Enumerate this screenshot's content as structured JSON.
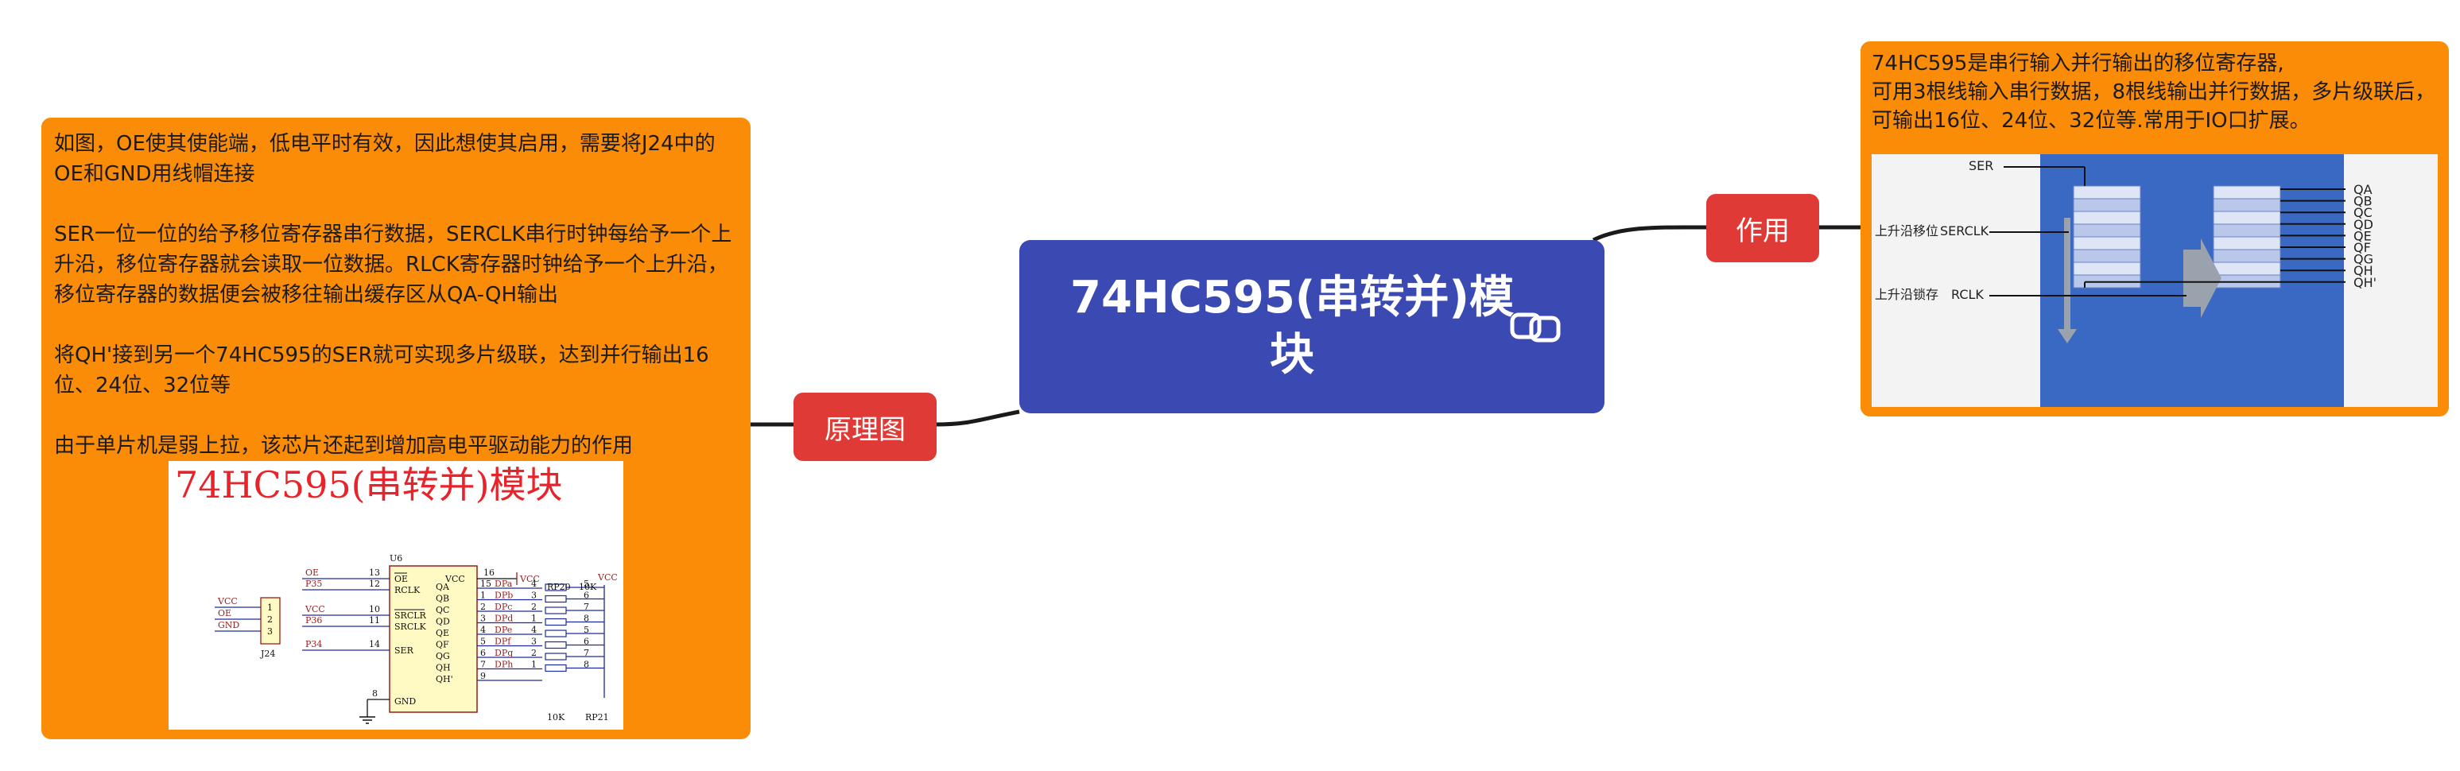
{
  "central": {
    "title": "74HC595(串转并)模块",
    "icon": "link-icon"
  },
  "branches": {
    "left_label": "原理图",
    "right_label": "作用"
  },
  "left_card": {
    "p1": "如图，OE使其使能端，低电平时有效，因此想使其启用，需要将J24中的OE和GND用线帽连接",
    "p2": "SER一位一位的给予移位寄存器串行数据，SERCLK串行时钟每给予一个上升沿，移位寄存器就会读取一位数据。RLCK寄存器时钟给予一个上升沿，移位寄存器的数据便会被移往输出缓存区从QA-QH输出",
    "p3": "将QH'接到另一个74HC595的SER就可实现多片级联，达到并行输出16位、24位、32位等",
    "p4": "由于单片机是弱上拉，该芯片还起到增加高电平驱动能力的作用",
    "schematic": {
      "title": "74HC595(串转并)模块",
      "chip": "U6",
      "header": "J24",
      "header_pins": [
        "1",
        "2",
        "3"
      ],
      "header_nets": [
        "VCC",
        "OE",
        "GND"
      ],
      "left_nets": [
        "OE",
        "P35",
        "VCC",
        "P36",
        "P34"
      ],
      "left_pin_nums": [
        "13",
        "12",
        "10",
        "11",
        "14"
      ],
      "left_pins": [
        "OE",
        "RCLK",
        "SRCLR",
        "SRCLK",
        "SER"
      ],
      "gnd_pin": {
        "num": "8",
        "name": "GND"
      },
      "vcc_pin": {
        "num": "16",
        "name": "VCC",
        "net": "VCC"
      },
      "out_pins": [
        "QA",
        "QB",
        "QC",
        "QD",
        "QE",
        "QF",
        "QG",
        "QH",
        "QH'"
      ],
      "out_nums": [
        "15",
        "1",
        "2",
        "3",
        "4",
        "5",
        "6",
        "7",
        "9"
      ],
      "out_nets": [
        "DPa",
        "DPb",
        "DPc",
        "DPd",
        "DPe",
        "DPf",
        "DPg",
        "DPh"
      ],
      "res_a_pins": [
        "4",
        "3",
        "2",
        "1",
        "4",
        "3",
        "2",
        "1"
      ],
      "res_b_pins": [
        "5",
        "6",
        "7",
        "8",
        "5",
        "6",
        "7",
        "8"
      ],
      "rp_top": "RP20",
      "rp_top_val": "10K",
      "rp_bot_val": "10K",
      "rp_bot": "RP21",
      "vcc_right": "VCC"
    }
  },
  "right_card": {
    "text": "74HC595是串行输入并行输出的移位寄存器,\n可用3根线输入串行数据，8根线输出并行数据，多片级联后，可输出16位、24位、32位等.常用于IO口扩展。",
    "diagram": {
      "inputs": [
        "SER",
        "SERCLK",
        "RCLK"
      ],
      "input_notes": [
        "上升沿移位",
        "上升沿锁存"
      ],
      "outputs": [
        "QA",
        "QB",
        "QC",
        "QD",
        "QE",
        "QF",
        "QG",
        "QH",
        "QH'"
      ]
    }
  },
  "colors": {
    "central": "#3a4ab2",
    "branch": "#e03a36",
    "card": "#fb8c08",
    "line": "#1a1a1a"
  }
}
